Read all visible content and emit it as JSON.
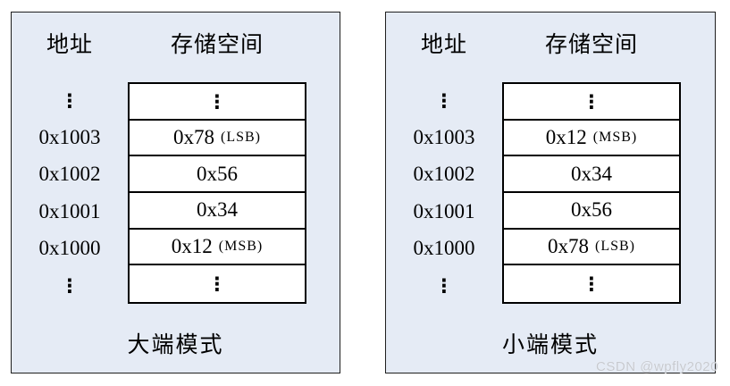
{
  "colors": {
    "panel_background": "#e5ebf5",
    "panel_border": "#1f1f1f",
    "table_border": "#000000",
    "text": "#000000",
    "watermark": "#c6c9cf"
  },
  "watermark": {
    "text": "CSDN @wpfly2020"
  },
  "panels": [
    {
      "header": {
        "address": "地址",
        "storage": "存储空间"
      },
      "rows": [
        {
          "address": "⋮",
          "value": "⋮",
          "note": ""
        },
        {
          "address": "0x1003",
          "value": "0x78",
          "note": "(LSB)"
        },
        {
          "address": "0x1002",
          "value": "0x56",
          "note": ""
        },
        {
          "address": "0x1001",
          "value": "0x34",
          "note": ""
        },
        {
          "address": "0x1000",
          "value": "0x12",
          "note": "(MSB)"
        },
        {
          "address": "⋮",
          "value": "⋮",
          "note": ""
        }
      ],
      "caption": "大端模式"
    },
    {
      "header": {
        "address": "地址",
        "storage": "存储空间"
      },
      "rows": [
        {
          "address": "⋮",
          "value": "⋮",
          "note": ""
        },
        {
          "address": "0x1003",
          "value": "0x12",
          "note": "(MSB)"
        },
        {
          "address": "0x1002",
          "value": "0x34",
          "note": ""
        },
        {
          "address": "0x1001",
          "value": "0x56",
          "note": ""
        },
        {
          "address": "0x1000",
          "value": "0x78",
          "note": "(LSB)"
        },
        {
          "address": "⋮",
          "value": "⋮",
          "note": ""
        }
      ],
      "caption": "小端模式"
    }
  ]
}
